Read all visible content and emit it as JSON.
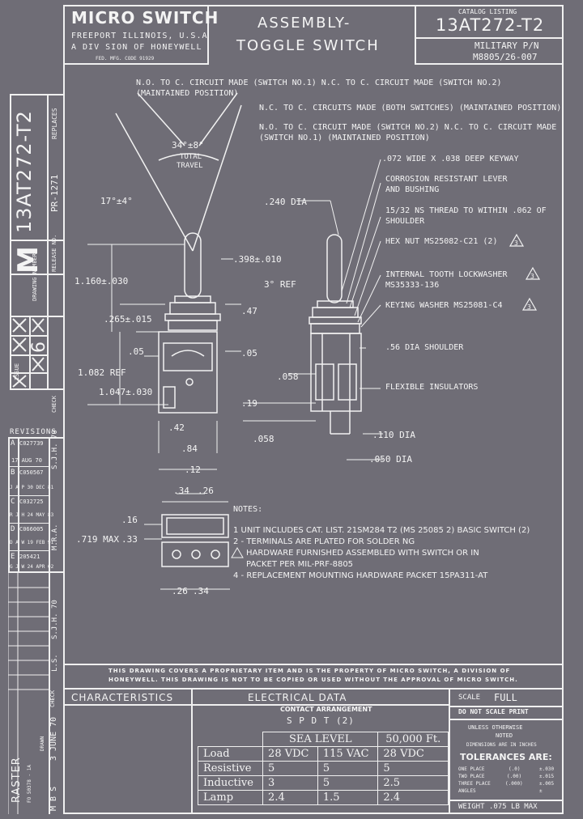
{
  "title_block": {
    "company": "MICRO SWITCH",
    "city": "FREEPORT ILLINOIS, U.S.A",
    "division": "A DIV SION OF HONEYWELL",
    "fed_code": "FED. MFG. CODE 91929",
    "title_line1": "ASSEMBLY-",
    "title_line2": "TOGGLE  SWITCH",
    "catalog_label": "CATALOG LISTING",
    "catalog_number": "13AT272-T2",
    "military_label": "MILITARY P/N",
    "military_number": "M8805/26-007"
  },
  "side_block": {
    "replaces": "REPLACES",
    "drawing_number": "13AT272-T2",
    "drawing_label": "DRAWING NUMBER",
    "pr": "PR-1271",
    "release": "RELEASE NO.",
    "m_letter": "M",
    "issue_label": "ISSUE",
    "issue_number": "6",
    "check": "CHECK"
  },
  "revisions": {
    "heading": "REVISIONS",
    "rows": [
      {
        "letter": "A",
        "number": "C027739",
        "date": "17 AUG 70"
      },
      {
        "letter": "B",
        "number": "C050567",
        "date": "J A P  30 DEC 81"
      },
      {
        "letter": "C",
        "number": "C032725",
        "date": "R J H  24 MAY 83"
      },
      {
        "letter": "D",
        "number": "C066005",
        "date": "D A W  19 FEB 91"
      },
      {
        "letter": "E",
        "number": "205421",
        "date": "G J W  24 APR 02"
      }
    ],
    "side_initials": [
      "S.J.H. 70",
      "M.R.A.",
      "S.J.H. 70",
      "L.S."
    ]
  },
  "left_strip": {
    "raster": "RASTER",
    "form": "FO 50378 - 1A",
    "drawn": "DRAWN",
    "date": "3 JUNE 70",
    "check": "CHECK",
    "mbs": "M B S"
  },
  "callouts_top": [
    "N.O. TO C. CIRCUIT MADE (SWITCH NO.1) N.C. TO C. CIRCUIT MADE (SWITCH NO.2)",
    "(MAINTAINED POSITION)",
    "N.C. TO C. CIRCUITS MADE (BOTH SWITCHES) (MAINTAINED POSITION)",
    "N.O. TO C. CIRCUIT MADE (SWITCH NO.2) N.C. TO C. CIRCUIT MADE",
    "(SWITCH NO.1) (MAINTAINED POSITION)"
  ],
  "callouts_right": [
    ".072 WIDE X .038 DEEP KEYWAY",
    "CORROSION RESISTANT LEVER",
    "AND BUSHING",
    "15/32 NS THREAD TO WITHIN .062 OF",
    "SHOULDER",
    "HEX NUT MS25082-C21 (2)",
    "INTERNAL TOOTH LOCKWASHER",
    "MS35333-136",
    "KEYING WASHER MS25081-C4",
    ".56 DIA SHOULDER",
    "FLEXIBLE INSULATORS",
    ".110 DIA",
    ".050 DIA"
  ],
  "triangle_note": "3",
  "dims": {
    "travel_angle": "34°±8°",
    "travel_label1": "TOTAL",
    "travel_label2": "TRAVEL",
    "lever_angle": "17°±4°",
    "d240": ".240 DIA",
    "d398": ".398±.010",
    "ref3": "3° REF",
    "d1160": "1.160±.030",
    "d47": ".47",
    "d265": ".265±.015",
    "d05a": ".05",
    "d05b": ".05",
    "d1082": "1.082 REF",
    "d1047": "1.047±.030",
    "d058a": ".058",
    "d19": ".19",
    "d058b": ".058",
    "d42": ".42",
    "d84": ".84",
    "d12": ".12",
    "d34a": ".34",
    "d26a": ".26",
    "d16": ".16",
    "d719": ".719 MAX",
    "d33": ".33",
    "d26b": ".26",
    "d34b": ".34"
  },
  "notes": {
    "heading": "NOTES:",
    "items": [
      "1  UNIT INCLUDES CAT. LIST. 21SM284 T2 (MS 25085 2) BASIC SWITCH (2)",
      "2 - TERMINALS ARE PLATED FOR SOLDER NG",
      "HARDWARE FURNISHED ASSEMBLED WITH SWITCH OR IN",
      "PACKET PER MIL-PRF-8805",
      "4 - REPLACEMENT MOUNTING HARDWARE PACKET 15PA311-AT"
    ]
  },
  "proprietary": [
    "THIS DRAWING COVERS A PROPRIETARY ITEM AND IS THE PROPERTY OF MICRO SWITCH, A DIVISION OF",
    "HONEYWELL. THIS DRAWING IS NOT TO BE COPIED OR USED WITHOUT THE APPROVAL OF MICRO SWITCH."
  ],
  "characteristics": {
    "heading": "CHARACTERISTICS",
    "electrical_heading": "ELECTRICAL DATA",
    "contact_label": "CONTACT ARRANGEMENT",
    "contact_value": "S P D T (2)",
    "sea_level": "SEA LEVEL",
    "altitude": "50,000 Ft.",
    "columns": [
      "Load",
      "28 VDC",
      "115 VAC",
      "28 VDC"
    ],
    "rows": [
      [
        "Resistive",
        "5",
        "5",
        "5"
      ],
      [
        "Inductive",
        "3",
        "5",
        "2.5"
      ],
      [
        "Lamp",
        "2.4",
        "1.5",
        "2.4"
      ]
    ]
  },
  "right_block": {
    "scale_label": "SCALE",
    "scale_value": "FULL",
    "do_not_scale": "DO NOT SCALE PRINT",
    "unless": "UNLESS OTHERWISE",
    "noted": "NOTED",
    "dimensions_note": "DIMENSIONS ARE IN INCHES",
    "tolerances": "TOLERANCES ARE:",
    "tol_rows": [
      [
        "ONE PLACE",
        "(.0)",
        "±.030"
      ],
      [
        "TWO PLACE",
        "(.00)",
        "±.015"
      ],
      [
        "THREE PLACE",
        "(.000)",
        "±.005"
      ],
      [
        "ANGLES",
        "",
        "±"
      ]
    ],
    "weight": "WEIGHT .075 LB MAX"
  }
}
